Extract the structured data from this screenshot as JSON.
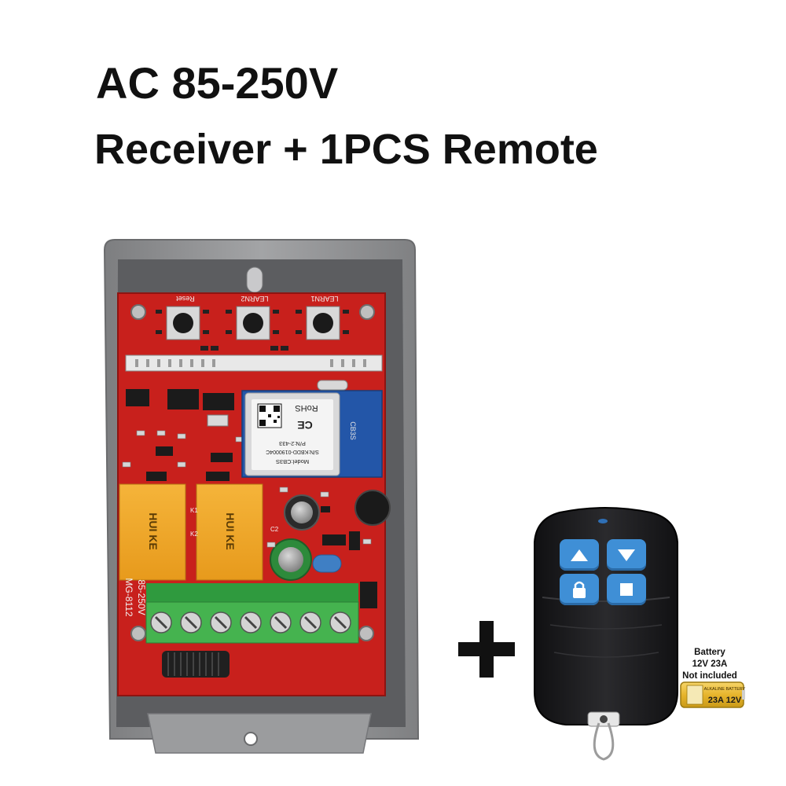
{
  "headline": {
    "line1": "AC 85-250V",
    "line2": "Receiver + 1PCS Remote"
  },
  "board": {
    "button_labels": [
      "Reset",
      "LEARN2",
      "LEARN1"
    ],
    "module_text": [
      "RoHS",
      "P/N:2-433",
      "S/N:KBDD-0190004C",
      "Model:CB3S",
      "CB3S"
    ],
    "relay_text": "HUI KE",
    "terminal_label": "85-250V",
    "board_model": "MG-8112",
    "component_labels": [
      "K1",
      "K2",
      "C2"
    ]
  },
  "remote": {
    "buttons": [
      {
        "icon": "up-arrow-icon"
      },
      {
        "icon": "down-arrow-icon"
      },
      {
        "icon": "lock-icon"
      },
      {
        "icon": "stop-square-icon"
      }
    ],
    "button_color": "#3f8fd6"
  },
  "battery": {
    "note_lines": [
      "Battery",
      "12V 23A",
      "Not included"
    ],
    "label": "23A 12V",
    "brand": "ALKALINE BATTERY"
  },
  "colors": {
    "pcb": "#c8201c",
    "case": "#8f9092",
    "remote_body": "#1b1b1d",
    "terminal": "#3fae49"
  }
}
